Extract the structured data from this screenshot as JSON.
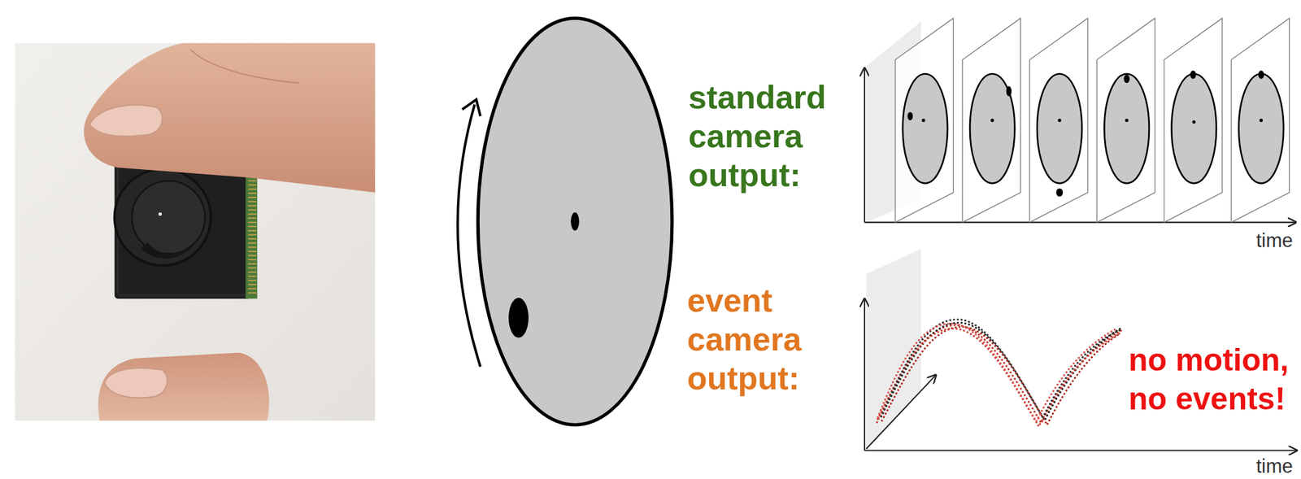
{
  "diagram": {
    "labels": [
      "standard camera output:",
      "time",
      "event camera output:",
      "no motion, no events!",
      "time"
    ]
  }
}
